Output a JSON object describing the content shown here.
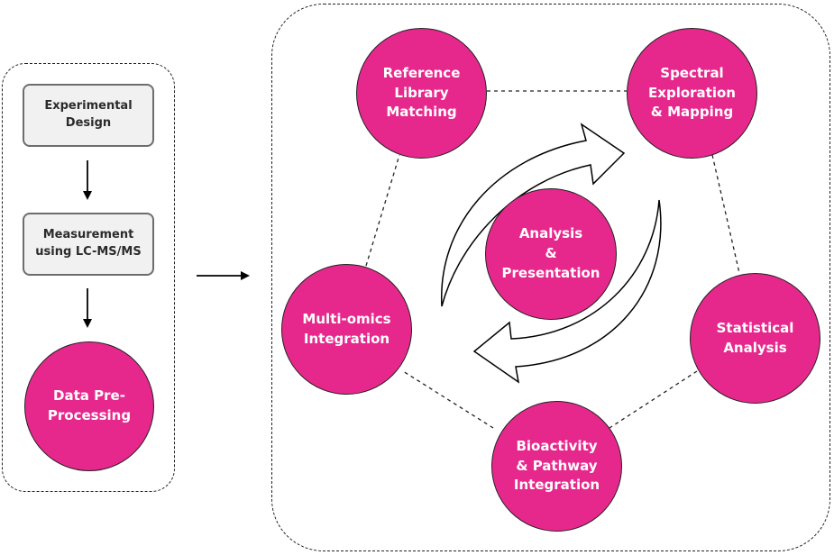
{
  "pipeline": {
    "experimental_design": "Experimental\nDesign",
    "measurement": "Measurement\nusing LC-MS/MS",
    "data_preprocessing": "Data Pre-\nProcessing"
  },
  "cycle": {
    "center": "Analysis\n&\nPresentation",
    "reference_library": "Reference\nLibrary\nMatching",
    "spectral_exploration": "Spectral\nExploration\n& Mapping",
    "statistical_analysis": "Statistical\nAnalysis",
    "bioactivity": "Bioactivity\n& Pathway\nIntegration",
    "multi_omics": "Multi-omics\nIntegration"
  },
  "colors": {
    "node_fill": "#e6288d",
    "box_fill": "#f1f1f1",
    "box_border": "#6d6d6d"
  }
}
